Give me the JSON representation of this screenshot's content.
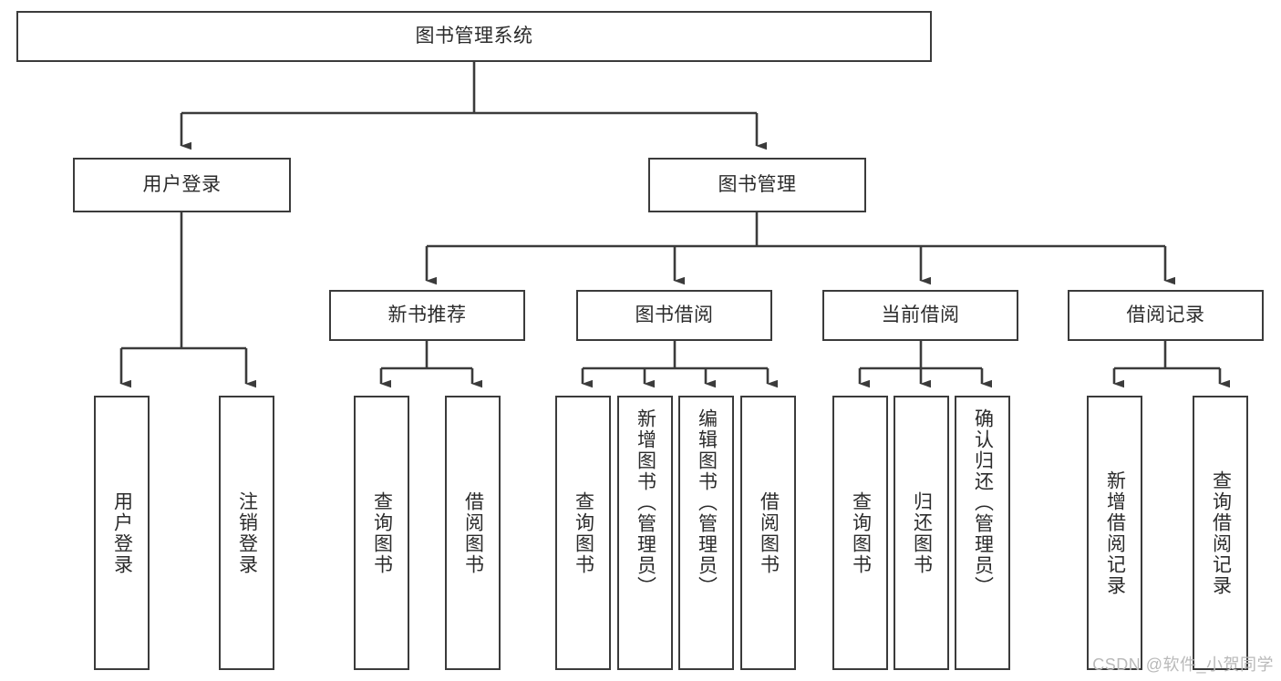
{
  "diagram": {
    "type": "tree",
    "title": "图书管理系统",
    "root": {
      "label": "图书管理系统"
    },
    "level1": [
      {
        "label": "用户登录"
      },
      {
        "label": "图书管理"
      }
    ],
    "level2": [
      {
        "label": "新书推荐"
      },
      {
        "label": "图书借阅"
      },
      {
        "label": "当前借阅"
      },
      {
        "label": "借阅记录"
      }
    ],
    "leaves": {
      "user_login": [
        {
          "label": "用户登录"
        },
        {
          "label": "注销登录"
        }
      ],
      "new_book_recommend": [
        {
          "label": "查询图书"
        },
        {
          "label": "借阅图书"
        }
      ],
      "book_borrow": [
        {
          "label": "查询图书"
        },
        {
          "label": "新增图书（管理员）"
        },
        {
          "label": "编辑图书（管理员）"
        },
        {
          "label": "借阅图书"
        }
      ],
      "current_borrow": [
        {
          "label": "查询图书"
        },
        {
          "label": "归还图书"
        },
        {
          "label": "确认归还（管理员）"
        }
      ],
      "borrow_record": [
        {
          "label": "新增借阅记录"
        },
        {
          "label": "查询借阅记录"
        }
      ]
    }
  },
  "watermark": {
    "text": "CSDN @软件_小贺同学"
  },
  "colors": {
    "stroke": "#3b3b3b",
    "background": "#ffffff",
    "text": "#2b2b2b",
    "watermark": "#b9b9b9"
  }
}
